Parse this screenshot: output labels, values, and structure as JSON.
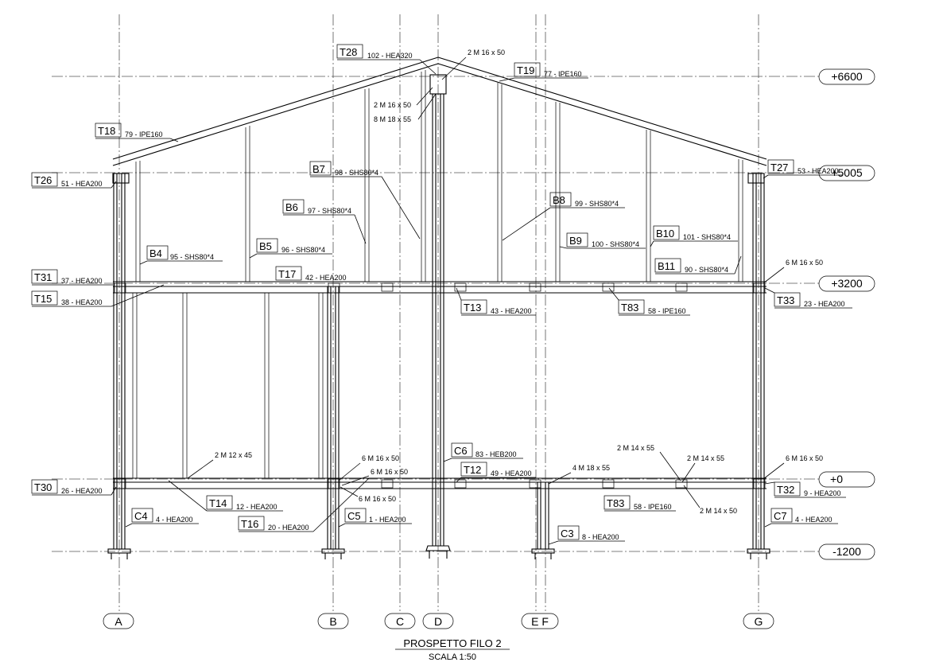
{
  "title": "PROSPETTO FILO 2",
  "scale": "SCALA  1:50",
  "grid_axes": [
    {
      "id": "A",
      "label": "A"
    },
    {
      "id": "B",
      "label": "B"
    },
    {
      "id": "C",
      "label": "C"
    },
    {
      "id": "D",
      "label": "D"
    },
    {
      "id": "EF",
      "label": "E F"
    },
    {
      "id": "G",
      "label": "G"
    }
  ],
  "levels": [
    {
      "id": "l6600",
      "label": "+6600"
    },
    {
      "id": "l5005",
      "label": "+5005"
    },
    {
      "id": "l3200",
      "label": "+3200"
    },
    {
      "id": "l0",
      "label": "+0"
    },
    {
      "id": "lm1200",
      "label": "-1200"
    }
  ],
  "members": [
    {
      "id": "T28",
      "tag": "T28",
      "desc": "102 - HEA320"
    },
    {
      "id": "T19",
      "tag": "T19",
      "desc": "77 - IPE160"
    },
    {
      "id": "T18",
      "tag": "T18",
      "desc": "79 - IPE160"
    },
    {
      "id": "T26",
      "tag": "T26",
      "desc": "51 - HEA200"
    },
    {
      "id": "T27",
      "tag": "T27",
      "desc": "53 - HEA200"
    },
    {
      "id": "B7",
      "tag": "B7",
      "desc": "98 - SHS80*4"
    },
    {
      "id": "B8",
      "tag": "B8",
      "desc": "99 - SHS80*4"
    },
    {
      "id": "B6",
      "tag": "B6",
      "desc": "97 - SHS80*4"
    },
    {
      "id": "B5",
      "tag": "B5",
      "desc": "96 - SHS80*4"
    },
    {
      "id": "B4",
      "tag": "B4",
      "desc": "95 - SHS80*4"
    },
    {
      "id": "B9",
      "tag": "B9",
      "desc": "100 - SHS80*4"
    },
    {
      "id": "B10",
      "tag": "B10",
      "desc": "101 - SHS80*4"
    },
    {
      "id": "B11",
      "tag": "B11",
      "desc": "90 - SHS80*4"
    },
    {
      "id": "T31",
      "tag": "T31",
      "desc": "37 - HEA200"
    },
    {
      "id": "T15",
      "tag": "T15",
      "desc": "38 - HEA200"
    },
    {
      "id": "T17",
      "tag": "T17",
      "desc": "42 - HEA200"
    },
    {
      "id": "T13",
      "tag": "T13",
      "desc": "43 - HEA200"
    },
    {
      "id": "T83a",
      "tag": "T83",
      "desc": "58 - IPE160"
    },
    {
      "id": "T33",
      "tag": "T33",
      "desc": "23 - HEA200"
    },
    {
      "id": "C6",
      "tag": "C6",
      "desc": "83 - HEB200"
    },
    {
      "id": "T12",
      "tag": "T12",
      "desc": "49 - HEA200"
    },
    {
      "id": "T30",
      "tag": "T30",
      "desc": "26 - HEA200"
    },
    {
      "id": "T14",
      "tag": "T14",
      "desc": "12 - HEA200"
    },
    {
      "id": "T16",
      "tag": "T16",
      "desc": "20 - HEA200"
    },
    {
      "id": "C4",
      "tag": "C4",
      "desc": "4 - HEA200"
    },
    {
      "id": "C5",
      "tag": "C5",
      "desc": "1 - HEA200"
    },
    {
      "id": "C3",
      "tag": "C3",
      "desc": "8 - HEA200"
    },
    {
      "id": "T83b",
      "tag": "T83",
      "desc": "58 - IPE160"
    },
    {
      "id": "T32",
      "tag": "T32",
      "desc": "9 - HEA200"
    },
    {
      "id": "C7",
      "tag": "C7",
      "desc": "4 - HEA200"
    }
  ],
  "bolt_notes": {
    "ridge_top": "2 M 16 x 50",
    "ridge_mid": "2 M 16 x 50",
    "ridge_low": "8 M 18 x 55",
    "right_eaves": "6 M 16 x 50",
    "floor_b_mid": "2 M 12 x 45",
    "b_top": "6 M 16 x 50",
    "b_mid": "6 M 16 x 50",
    "b_low": "6 M 16 x 50",
    "ef_bolts": "4 M 18 x 55",
    "t83_top": "2 M 14 x 55",
    "t83_top2": "2 M 14 x 55",
    "t83_low": "2 M 14 x 50",
    "right_floor": "6 M 16 x 50"
  }
}
